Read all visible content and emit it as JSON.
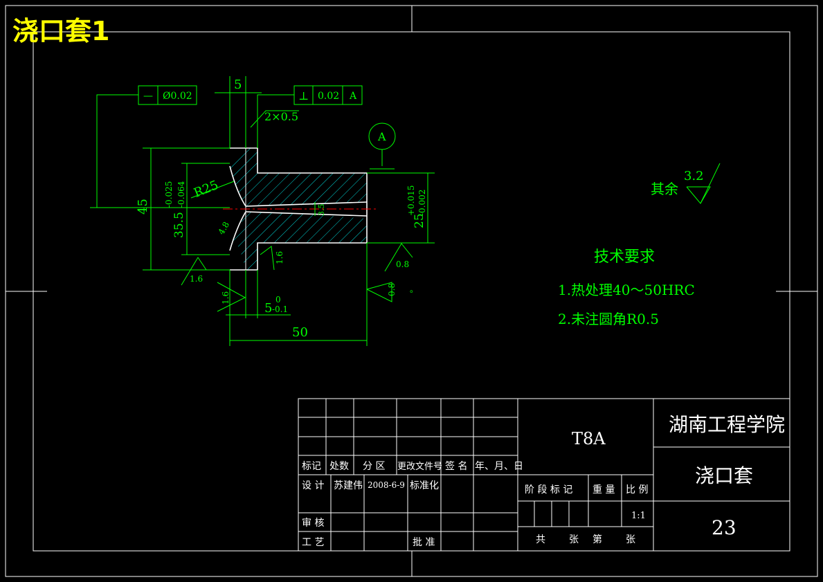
{
  "title": "浇口套1",
  "colors": {
    "background": "#000000",
    "title": "#ffff00",
    "dimension": "#00ff00",
    "outline": "#ffffff",
    "hatch": "#00d8d8",
    "centerline": "#ff0000"
  },
  "drawing": {
    "flatness_tolerance": {
      "symbol": "—",
      "value": "Ø0.02"
    },
    "perpendicularity_tolerance": {
      "symbol": "⊥",
      "value": "0.02",
      "datum": "A"
    },
    "datum_label": "A",
    "dimensions": {
      "flange_thickness": "5",
      "chamfer": "2×0.5",
      "radius": "R25",
      "diameter_45": "45",
      "diameter_35": "35.5",
      "diameter_35_tol_upper": "-0.025",
      "diameter_35_tol_lower": "-0.064",
      "diameter_25": "25",
      "diameter_25_tol_upper": "+0.015",
      "diameter_25_tol_lower": "-0.002",
      "angle": "4.8",
      "bore": "3.5",
      "length": "50",
      "flange_width": "5",
      "flange_width_tol_upper": "0",
      "flange_width_tol_lower": "-0.1"
    },
    "roughness": {
      "r1": "1.6",
      "r2": "1.6",
      "r3": "1.6",
      "r4": "0.8",
      "r5": "0.8"
    },
    "other_roughness": {
      "label": "其余",
      "value": "3.2"
    },
    "dot": "。"
  },
  "notes": {
    "heading": "技术要求",
    "items": [
      "1.热处理40～50HRC",
      "2.未注圆角R0.5"
    ]
  },
  "title_block": {
    "material": "T8A",
    "school": "湖南工程学院",
    "part_name": "浇口套",
    "drawing_no": "23",
    "revision_headers": [
      "标记",
      "处数",
      "分 区",
      "更改文件号",
      "签 名",
      "年、月、日"
    ],
    "design_label": "设 计",
    "designer": "苏建伟",
    "design_date": "2008-6-9",
    "standardize_label": "标准化",
    "check_label": "审 核",
    "process_label": "工 艺",
    "approve_label": "批 准",
    "stage_label": "阶 段 标 记",
    "weight_label": "重 量",
    "scale_label": "比 例",
    "scale_value": "1:1",
    "sheet_total": "共",
    "sheet_unit1": "张",
    "sheet_no": "第",
    "sheet_unit2": "张"
  }
}
